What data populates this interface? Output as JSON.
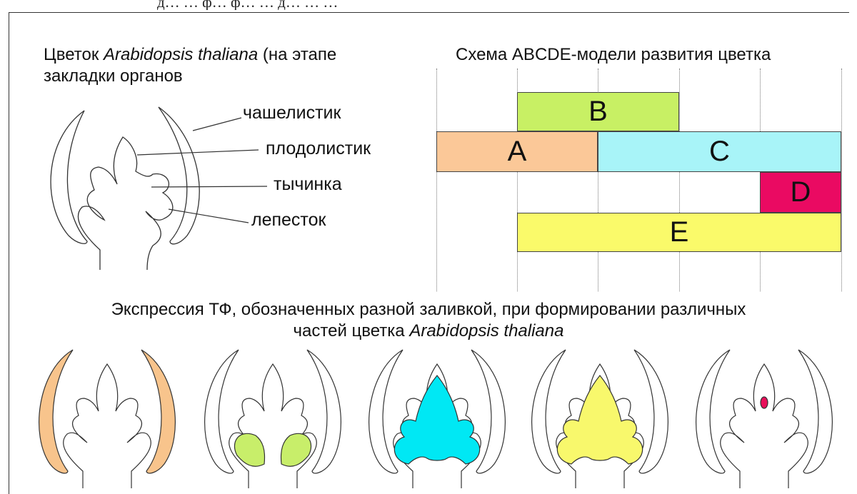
{
  "top_clipped_text": "д… … ф…  ф…   … д…       …   …",
  "left_title": {
    "line1_prefix": "Цветок ",
    "line1_italic": "Arabidopsis thaliana",
    "line1_suffix": " (на этапе",
    "line2": "закладки органов"
  },
  "labels": {
    "sepal": "чашелистик",
    "carpel": "плодолистик",
    "stamen": "тычинка",
    "petal": "лепесток"
  },
  "scheme_title": "Схема ABCDE-модели развития цветка",
  "abcde_bars": [
    {
      "label": "B",
      "color": "#c8f064"
    },
    {
      "label": "A",
      "color": "#fbc898"
    },
    {
      "label": "C",
      "color": "#a8f4f8"
    },
    {
      "label": "D",
      "color": "#ea0a62"
    },
    {
      "label": "E",
      "color": "#fafa6a"
    }
  ],
  "bottom_caption": {
    "line1": "Экспрессия ТФ, обозначенных разной заливкой, при формировании различных",
    "line2_prefix": "частей цветка ",
    "line2_italic": "Arabidopsis thaliana"
  },
  "fill_colors": {
    "sepal_A": "#f8c48c",
    "petal_AB": "#c8ee6a",
    "stamen_carpel_C": "#00e8f4",
    "inner_E": "#f8f86c",
    "ovule_D": "#e8105a"
  }
}
